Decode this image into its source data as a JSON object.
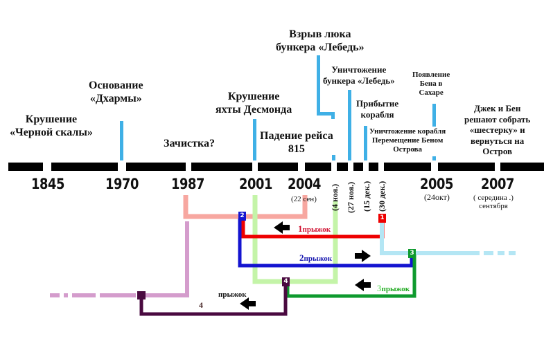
{
  "events": [
    {
      "id": "black-rock",
      "text": "Крушение\n«Черной скалы»"
    },
    {
      "id": "dharma",
      "text": "Основание\n«Дхармы»"
    },
    {
      "id": "purge",
      "text": "Зачистка?"
    },
    {
      "id": "desmond",
      "text": "Крушение\nяхты Десмонда"
    },
    {
      "id": "flight815",
      "text": "Падение рейса\n815"
    },
    {
      "id": "hatch",
      "text": "Взрыв люка\nбункера «Лебедь»"
    },
    {
      "id": "swan",
      "text": "Уничтожение\nбункера «Лебедь»"
    },
    {
      "id": "ship",
      "text": "Прибытие\nкорабля"
    },
    {
      "id": "destroy-ship",
      "text": "Уничтожение корабля\nПеремещение Беном\nОстрова"
    },
    {
      "id": "ben-sahara",
      "text": "Появление\nБена в\nСахаре"
    },
    {
      "id": "jack-ben",
      "text": "Джек и Бен\nрешают собрать\n«шестерку» и\nвернуться на\nОстров"
    }
  ],
  "years": [
    "1845",
    "1970",
    "1987",
    "2001",
    "2004",
    "2005",
    "2007"
  ],
  "dates": {
    "d2004": "(22 сен)",
    "d2005": "(24окт)",
    "d2007": "( середина  .)\nсентября",
    "nov4": "(4 ноя.)",
    "nov27": "(27 ноя.)",
    "dec15": "(15 дек.)",
    "dec30": "(30 дек.)"
  },
  "jumps": {
    "j1": {
      "num": "1",
      "word": "прыжок",
      "color": "#e00000"
    },
    "j2": {
      "num": "2",
      "word": "прыжок",
      "color": "#1a1ab0"
    },
    "j3": {
      "num": "3",
      "word": "прыжок",
      "color": "#22aa22"
    },
    "j4": {
      "num": "4",
      "word": "прыжок",
      "color": "#4a0a40"
    }
  },
  "markers": [
    "1",
    "2",
    "3",
    "4"
  ],
  "colors": {
    "timeline": "#000000",
    "event_tick": "#3fb0e6",
    "pink": "#f7a7a0",
    "red": "#ee0000",
    "blue": "#1414d0",
    "lightblue": "#b4e6f4",
    "lightgreen": "#c4f4a8",
    "green": "#0e9a2e",
    "purple": "#4a0a40",
    "lilac": "#d49ccc"
  }
}
